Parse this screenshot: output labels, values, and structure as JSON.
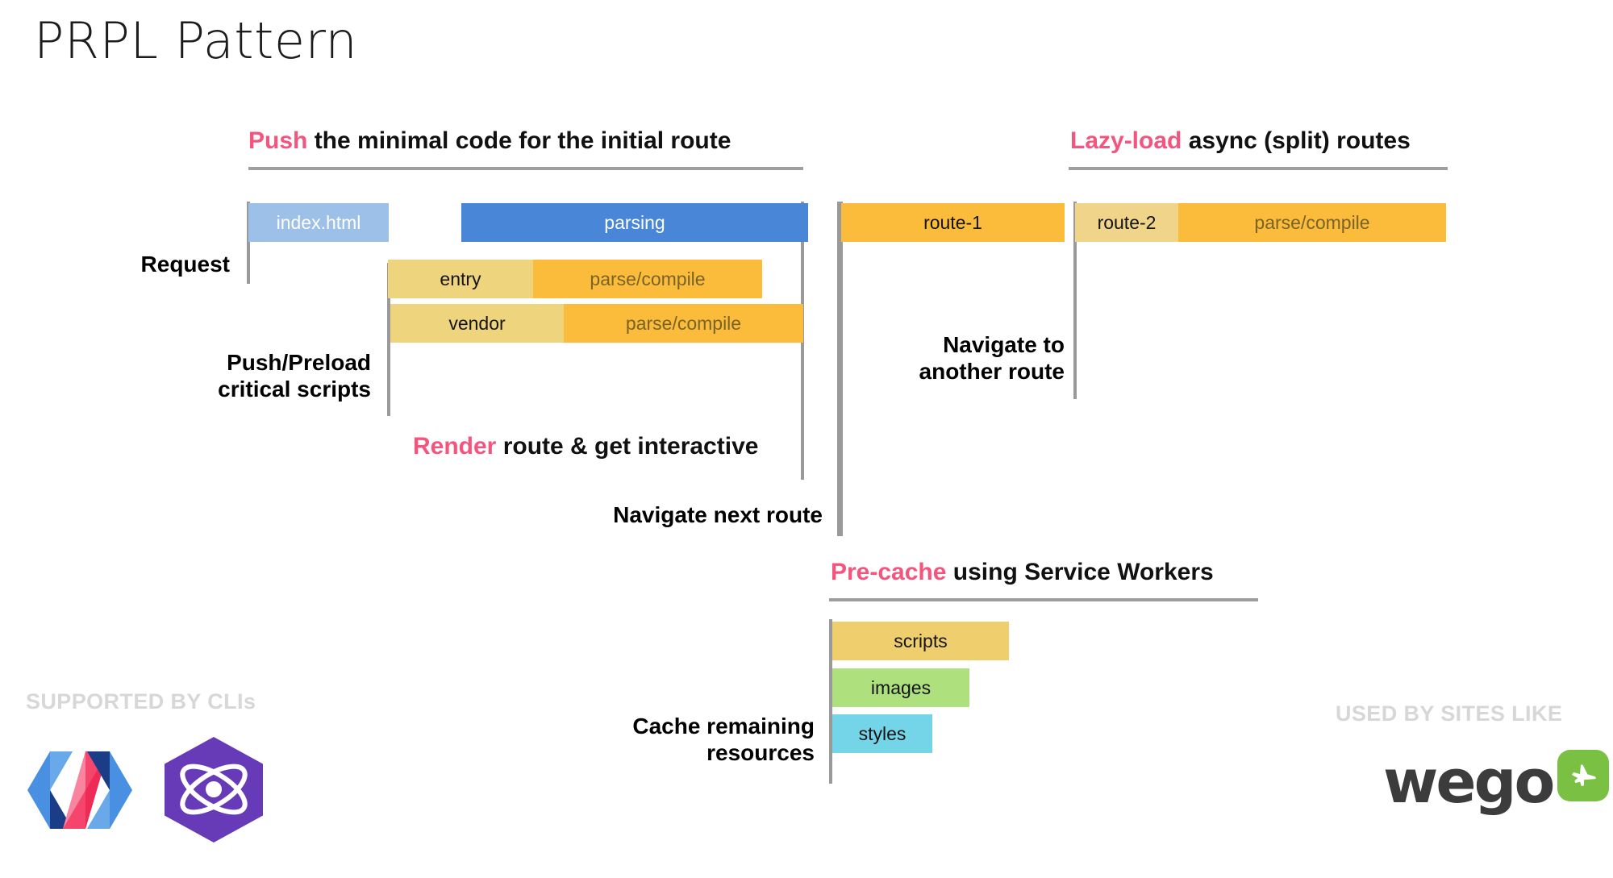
{
  "title": "PRPL Pattern",
  "accent_pink": "#f4557f",
  "colors": {
    "index_html_bar": "#9cc0e7",
    "parsing_bar": "#4a86d8",
    "script_light": "#efd47e",
    "script_orange": "#fbbc3c",
    "route_orange": "#fbbc3c",
    "route_light": "#f0d489",
    "precache_scripts": "#eece6d",
    "precache_images": "#aee17d",
    "precache_styles": "#74d4e8",
    "marker_gray": "#9a9a9a",
    "rule_gray": "#9e9e9e",
    "footer_caption": "#d7d7d7",
    "wego_green": "#7ac143",
    "wego_dark": "#3c3c3c"
  },
  "sections": {
    "push": {
      "heading_keyword": "Push",
      "heading_rest": " the minimal code for the initial route",
      "bars": [
        {
          "id": "index-html",
          "segments": [
            {
              "label": "index.html"
            }
          ]
        },
        {
          "id": "parsing",
          "segments": [
            {
              "label": "parsing"
            }
          ]
        },
        {
          "id": "entry",
          "segments": [
            {
              "label": "entry"
            },
            {
              "label": "parse/compile"
            }
          ]
        },
        {
          "id": "vendor",
          "segments": [
            {
              "label": "vendor"
            },
            {
              "label": "parse/compile"
            }
          ]
        }
      ],
      "labels": {
        "request": "Request",
        "push_preload": "Push/Preload\ncritical scripts"
      }
    },
    "render": {
      "heading_keyword": "Render",
      "heading_rest": " route & get interactive"
    },
    "navigate_next": {
      "label": "Navigate next route"
    },
    "lazy": {
      "heading_keyword": "Lazy-load",
      "heading_rest": " async (split) routes",
      "bars": [
        {
          "id": "route-1",
          "segments": [
            {
              "label": "route-1"
            }
          ]
        },
        {
          "id": "route-2",
          "segments": [
            {
              "label": "route-2"
            },
            {
              "label": "parse/compile"
            }
          ]
        }
      ],
      "labels": {
        "navigate_another": "Navigate to\nanother route"
      }
    },
    "precache": {
      "heading_keyword": "Pre-cache",
      "heading_rest": " using Service Workers",
      "bars": [
        {
          "id": "scripts",
          "label": "scripts"
        },
        {
          "id": "images",
          "label": "images"
        },
        {
          "id": "styles",
          "label": "styles"
        }
      ],
      "labels": {
        "cache_remaining": "Cache remaining\nresources"
      }
    }
  },
  "footer": {
    "left_caption": "SUPPORTED BY CLIs",
    "right_caption": "USED BY SITES LIKE",
    "logos": {
      "polymer": "polymer-logo",
      "preact": "preact-logo",
      "wego_text": "wego",
      "wego_badge": "airplane-icon"
    }
  }
}
